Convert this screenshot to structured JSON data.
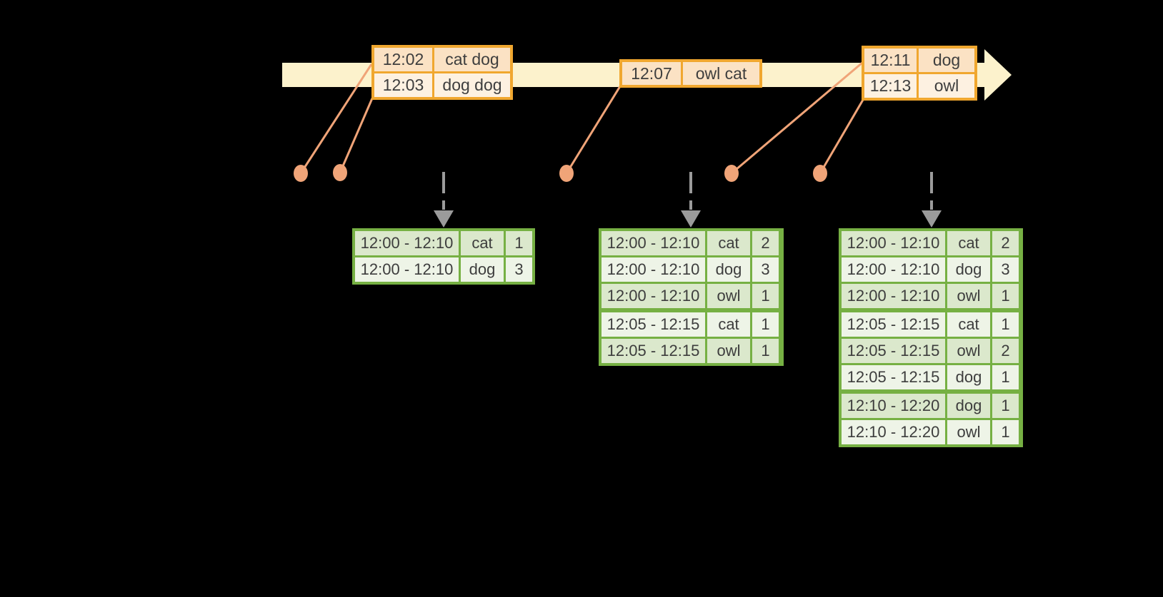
{
  "colors": {
    "background": "#000000",
    "timeline_band": "#fcf2cc",
    "event_table_border": "#f0a72f",
    "event_row_dark": "#fbe2c4",
    "event_row_light": "#fdf1e1",
    "result_table_border": "#76b043",
    "result_row_dark": "#dbe8cc",
    "result_row_light": "#eef4e7",
    "dot_and_line": "#f0a478",
    "trigger_arrow": "#9b9b9b",
    "table_text": "#3d3d3d"
  },
  "event_tables": [
    {
      "rows": [
        {
          "time": "12:02",
          "words": "cat dog"
        },
        {
          "time": "12:03",
          "words": "dog dog"
        }
      ]
    },
    {
      "rows": [
        {
          "time": "12:07",
          "words": "owl cat"
        }
      ]
    },
    {
      "rows": [
        {
          "time": "12:11",
          "words": "dog"
        },
        {
          "time": "12:13",
          "words": "owl"
        }
      ]
    }
  ],
  "result_tables": [
    {
      "rows": [
        {
          "window": "12:00 - 12:10",
          "word": "cat",
          "count": "1"
        },
        {
          "window": "12:00 - 12:10",
          "word": "dog",
          "count": "3"
        }
      ]
    },
    {
      "rows": [
        {
          "window": "12:00 - 12:10",
          "word": "cat",
          "count": "2"
        },
        {
          "window": "12:00 - 12:10",
          "word": "dog",
          "count": "3"
        },
        {
          "window": "12:00 - 12:10",
          "word": "owl",
          "count": "1"
        },
        {
          "window": "12:05 - 12:15",
          "word": "cat",
          "count": "1"
        },
        {
          "window": "12:05 - 12:15",
          "word": "owl",
          "count": "1"
        }
      ]
    },
    {
      "rows": [
        {
          "window": "12:00 - 12:10",
          "word": "cat",
          "count": "2"
        },
        {
          "window": "12:00 - 12:10",
          "word": "dog",
          "count": "3"
        },
        {
          "window": "12:00 - 12:10",
          "word": "owl",
          "count": "1"
        },
        {
          "window": "12:05 - 12:15",
          "word": "cat",
          "count": "1"
        },
        {
          "window": "12:05 - 12:15",
          "word": "owl",
          "count": "2"
        },
        {
          "window": "12:05 - 12:15",
          "word": "dog",
          "count": "1"
        },
        {
          "window": "12:10 - 12:20",
          "word": "dog",
          "count": "1"
        },
        {
          "window": "12:10 - 12:20",
          "word": "owl",
          "count": "1"
        }
      ]
    }
  ]
}
